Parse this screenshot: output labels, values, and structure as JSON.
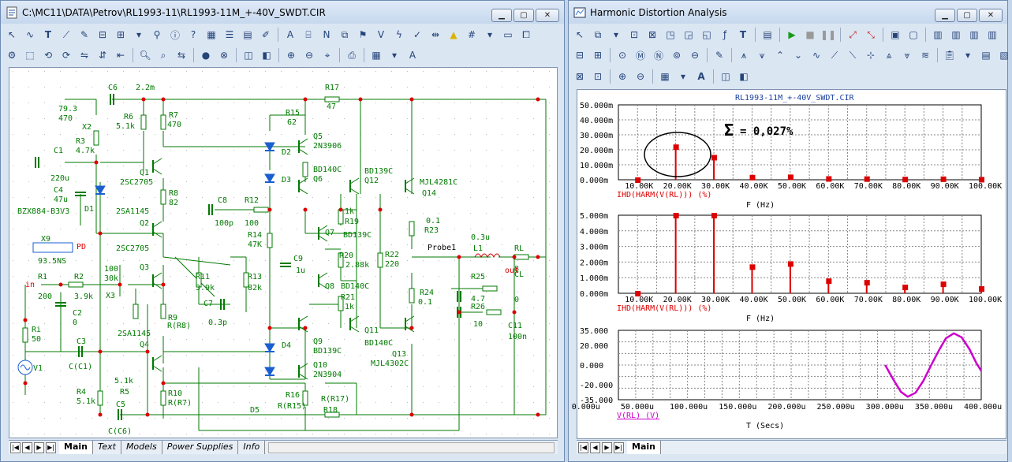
{
  "left_window": {
    "title": "C:\\MC11\\DATA\\Petrov\\RL1993-11\\RL1993-11M_+-40V_SWDT.CIR",
    "tabs": [
      "Main",
      "Text",
      "Models",
      "Power Supplies",
      "Info"
    ],
    "active_tab": "Main"
  },
  "right_window": {
    "title": "Harmonic Distortion Analysis",
    "tabs": [
      "Main"
    ],
    "active_tab": "Main"
  },
  "schematic": {
    "labels": [
      "79.3",
      "470",
      "C6",
      "2.2m",
      "X2",
      "R6",
      "5.1k",
      "R7",
      "470",
      "R3",
      "4.7k",
      "C1",
      "220u",
      "C4",
      "47u",
      "BZX884-B3V3",
      "D1",
      "Q1",
      "2SC2705",
      "R8",
      "82",
      "2SA1145",
      "Q2",
      "X9",
      "PD",
      "93.5NS",
      "2SC2705",
      "Q3",
      "100",
      "30k",
      "X3",
      "R1",
      "200",
      "R2",
      "3.9k",
      "in",
      "C2",
      "0",
      "Ri",
      "50",
      "V1",
      "C3",
      "C(C1)",
      "2SA1145",
      "Q4",
      "R4",
      "5.1k",
      "5.1k",
      "R5",
      "C5",
      "C(C6)",
      "R9",
      "R(R8)",
      "R10",
      "R(R7)",
      "R11",
      "3.9k",
      "R13",
      "82k",
      "C7",
      "0.3p",
      "C8",
      "100p",
      "R12",
      "100",
      "R14",
      "47K",
      "D2",
      "D3",
      "D4",
      "D5",
      "R15",
      "62",
      "R17",
      "47",
      "Q5",
      "2N3906",
      "BD140C",
      "Q6",
      "BD139C",
      "Q12",
      "1k",
      "R19",
      "Q7",
      "BD139C",
      "C9",
      "1u",
      "R20",
      "2.88k",
      "Q8",
      "BD140C",
      "R21",
      "1k",
      "Q9",
      "BD139C",
      "Q10",
      "2N3904",
      "R16",
      "R(R15)",
      "R(R17)",
      "R18",
      "Q11",
      "BD140C",
      "Q13",
      "MJL4302C",
      "MJL4281C",
      "Q14",
      "0.1",
      "R23",
      "R22",
      "220",
      "R24",
      "0.1",
      "Probe1",
      "0.3u",
      "L1",
      "RL",
      "8",
      "R25",
      "4.7",
      "out",
      "CL",
      "0",
      "R26",
      "10",
      "C11",
      "100n"
    ]
  },
  "harmonic_chart": {
    "title": "RL1993-11M_+-40V_SWDT.CIR",
    "annotation": "= 0,027%",
    "sigma": "Σ",
    "y_ticks": [
      "50.000m",
      "40.000m",
      "30.000m",
      "20.000m",
      "10.000m",
      "0.000m"
    ],
    "x_ticks": [
      "10.00K",
      "20.00K",
      "30.00K",
      "40.00K",
      "50.00K",
      "60.00K",
      "70.00K",
      "80.00K",
      "90.00K",
      "100.00K"
    ],
    "ylabel": "IHD(HARM(V(RL))) (%)",
    "xlabel": "F (Hz)"
  },
  "harmonic_chart_zoom": {
    "y_ticks": [
      "5.000m",
      "4.000m",
      "3.000m",
      "2.000m",
      "1.000m",
      "0.000m"
    ],
    "x_ticks": [
      "10.00K",
      "20.00K",
      "30.00K",
      "40.00K",
      "50.00K",
      "60.00K",
      "70.00K",
      "80.00K",
      "90.00K",
      "100.00K"
    ],
    "ylabel": "IHD(HARM(V(RL))) (%)",
    "xlabel": "F (Hz)"
  },
  "time_chart": {
    "y_ticks": [
      "35.000",
      "20.000",
      "0.000",
      "-20.000",
      "-35.000"
    ],
    "x_ticks": [
      "0.000u",
      "50.000u",
      "100.000u",
      "150.000u",
      "200.000u",
      "250.000u",
      "300.000u",
      "350.000u",
      "400.000u"
    ],
    "ylabel": "V(RL) (V)",
    "xlabel": "T (Secs)"
  },
  "chart_data": [
    {
      "type": "bar",
      "title": "RL1993-11M_+-40V_SWDT.CIR",
      "xlabel": "F (Hz)",
      "ylabel": "IHD(HARM(V(RL))) (%)",
      "x": [
        10000,
        20000,
        30000,
        40000,
        50000,
        60000,
        70000,
        80000,
        90000,
        100000
      ],
      "values": [
        0.0,
        0.022,
        0.015,
        0.0017,
        0.0019,
        0.0008,
        0.0007,
        0.0004,
        0.0006,
        0.0003
      ],
      "xlim": [
        5000,
        100000
      ],
      "ylim": [
        0,
        0.05
      ],
      "grid": true
    },
    {
      "type": "bar",
      "xlabel": "F (Hz)",
      "ylabel": "IHD(HARM(V(RL))) (%)",
      "x": [
        10000,
        20000,
        30000,
        40000,
        50000,
        60000,
        70000,
        80000,
        90000,
        100000
      ],
      "values": [
        0.0,
        0.005,
        0.005,
        0.0017,
        0.0019,
        0.0008,
        0.0007,
        0.0004,
        0.0006,
        0.0003
      ],
      "xlim": [
        5000,
        100000
      ],
      "ylim": [
        0,
        0.005
      ],
      "grid": true
    },
    {
      "type": "line",
      "xlabel": "T (Secs)",
      "ylabel": "V(RL) (V)",
      "series": [
        {
          "name": "V(RL)",
          "x": [
            0.000302,
            0.00031,
            0.000318,
            0.000325,
            0.000333,
            0.000341,
            0.000349,
            0.000357,
            0.000364,
            0.000372,
            0.00038,
            0.000388,
            0.000395,
            0.0004
          ],
          "values": [
            0.0,
            -14,
            -27,
            -32,
            -28,
            -16,
            0,
            15,
            27,
            32,
            28,
            16,
            2,
            -6
          ]
        }
      ],
      "xlim": [
        3e-05,
        0.0004
      ],
      "ylim": [
        -35,
        35
      ],
      "grid": true,
      "color": "#cc00cc"
    }
  ]
}
